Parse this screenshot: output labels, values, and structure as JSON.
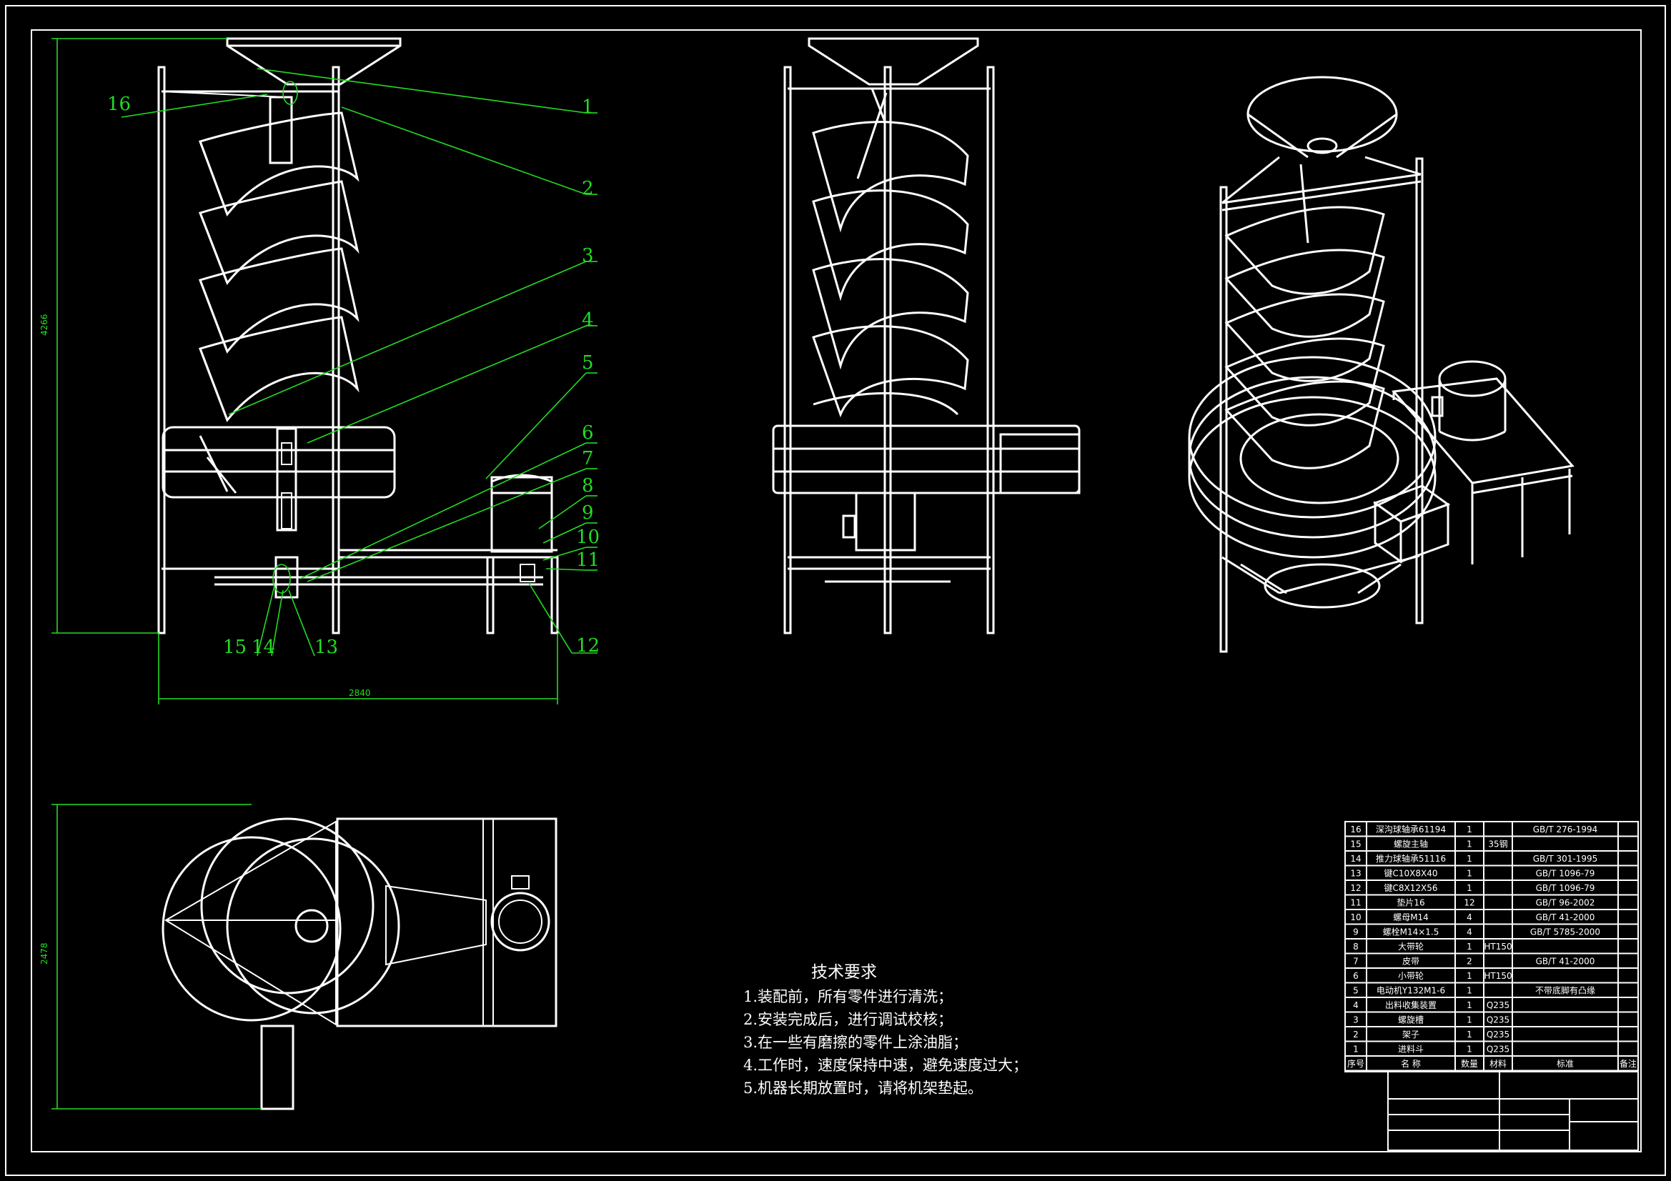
{
  "parts_list": [
    {
      "no": "16",
      "name": "深沟球轴承61194",
      "qty": "1",
      "material": "",
      "standard": "GB/T 276-1994",
      "note": ""
    },
    {
      "no": "15",
      "name": "螺旋主轴",
      "qty": "1",
      "material": "35钢",
      "standard": "",
      "note": ""
    },
    {
      "no": "14",
      "name": "推力球轴承51116",
      "qty": "1",
      "material": "",
      "standard": "GB/T 301-1995",
      "note": ""
    },
    {
      "no": "13",
      "name": "键C10X8X40",
      "qty": "1",
      "material": "",
      "standard": "GB/T 1096-79",
      "note": ""
    },
    {
      "no": "12",
      "name": "键C8X12X56",
      "qty": "1",
      "material": "",
      "standard": "GB/T 1096-79",
      "note": ""
    },
    {
      "no": "11",
      "name": "垫片16",
      "qty": "12",
      "material": "",
      "standard": "GB/T 96-2002",
      "note": ""
    },
    {
      "no": "10",
      "name": "螺母M14",
      "qty": "4",
      "material": "",
      "standard": "GB/T 41-2000",
      "note": ""
    },
    {
      "no": "9",
      "name": "螺栓M14×1.5",
      "qty": "4",
      "material": "",
      "standard": "GB/T 5785-2000",
      "note": ""
    },
    {
      "no": "8",
      "name": "大带轮",
      "qty": "1",
      "material": "HT150",
      "standard": "",
      "note": ""
    },
    {
      "no": "7",
      "name": "皮带",
      "qty": "2",
      "material": "",
      "standard": "GB/T 41-2000",
      "note": ""
    },
    {
      "no": "6",
      "name": "小带轮",
      "qty": "1",
      "material": "HT150",
      "standard": "",
      "note": ""
    },
    {
      "no": "5",
      "name": "电动机Y132M1-6",
      "qty": "1",
      "material": "",
      "standard": "不带底脚有凸缘",
      "note": ""
    },
    {
      "no": "4",
      "name": "出料收集装置",
      "qty": "1",
      "material": "Q235",
      "standard": "",
      "note": ""
    },
    {
      "no": "3",
      "name": "螺旋槽",
      "qty": "1",
      "material": "Q235",
      "standard": "",
      "note": ""
    },
    {
      "no": "2",
      "name": "架子",
      "qty": "1",
      "material": "Q235",
      "standard": "",
      "note": ""
    },
    {
      "no": "1",
      "name": "进料斗",
      "qty": "1",
      "material": "Q235",
      "standard": "",
      "note": ""
    }
  ],
  "parts_header": {
    "no": "序号",
    "name": "名 称",
    "qty": "数量",
    "material": "材料",
    "standard": "标准",
    "note": "备注"
  },
  "tech_requirements": {
    "title": "技术要求",
    "items": [
      "1.装配前，所有零件进行清洗；",
      "2.安装完成后，进行调试校核；",
      "3.在一些有磨擦的零件上涂油脂；",
      "4.工作时，速度保持中速，避免速度过大；",
      "5.机器长期放置时，请将机架垫起。"
    ]
  },
  "callouts_right": [
    "1",
    "2",
    "3",
    "4",
    "5",
    "6",
    "7",
    "8",
    "9",
    "10",
    "11",
    "12"
  ],
  "callouts_bottom": [
    "16",
    "15",
    "14",
    "13"
  ],
  "dimensions": {
    "height": "4266",
    "width": "2840",
    "depth": "2478"
  },
  "colors": {
    "background": "#000000",
    "lines": "#ffffff",
    "annotation": "#22dd22"
  }
}
